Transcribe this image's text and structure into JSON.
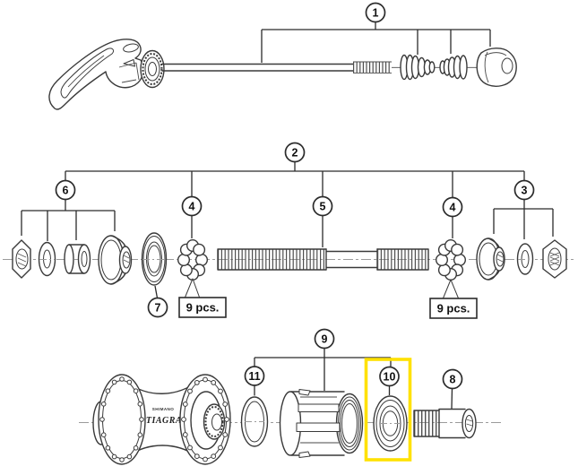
{
  "figure": {
    "type": "exploded-parts-diagram",
    "callouts": {
      "quick_release": "1",
      "axle_assembly": "2",
      "right_lock_group": "3",
      "steel_balls": "4",
      "axle": "5",
      "left_cone_group": "6",
      "seal_ring": "7",
      "fixing_bolt": "8",
      "freewheel_assembly": "9",
      "washer": "10",
      "o_ring": "11"
    },
    "quantity_labels": {
      "left": "9 pcs.",
      "right": "9 pcs."
    },
    "hub_markings": {
      "brand": "SHIMANO",
      "model": "TIAGRA"
    },
    "highlight": {
      "callout": "10",
      "color": "#ffe100"
    },
    "colors": {
      "line": "#3a3a3a",
      "centerline": "#9b9b9b",
      "background": "#ffffff"
    }
  }
}
